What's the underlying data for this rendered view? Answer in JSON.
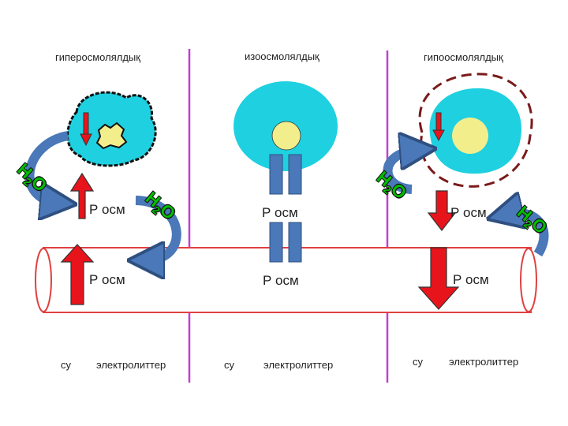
{
  "titles": {
    "hyper": "гиперосмолялдық",
    "iso": "изоосмолялдық",
    "hypo": "гипоосмолялдық"
  },
  "cell_labels": {
    "hyper": "Р осм",
    "iso": "Р осм",
    "hypo": "Р осм"
  },
  "vessel_labels": {
    "hyper": "Р осм",
    "iso": "Р осм",
    "hypo": "Р осм"
  },
  "water": {
    "h": "H",
    "sub": "2",
    "o": "O"
  },
  "bottom": {
    "hyper": {
      "water": "су",
      "electrolytes": "электролиттер"
    },
    "iso": {
      "water": "су",
      "electrolytes": "электролиттер"
    },
    "hypo": {
      "water": "су",
      "electrolytes": "электролиттер"
    }
  },
  "colors": {
    "cell": "#1fd0e0",
    "nucleus": "#f3ee8c",
    "arrow_red": "#e8141c",
    "arrow_blue": "#4a78b8",
    "divider": "#c040d0",
    "vessel": "#e04040",
    "water_text": "#00c000"
  }
}
